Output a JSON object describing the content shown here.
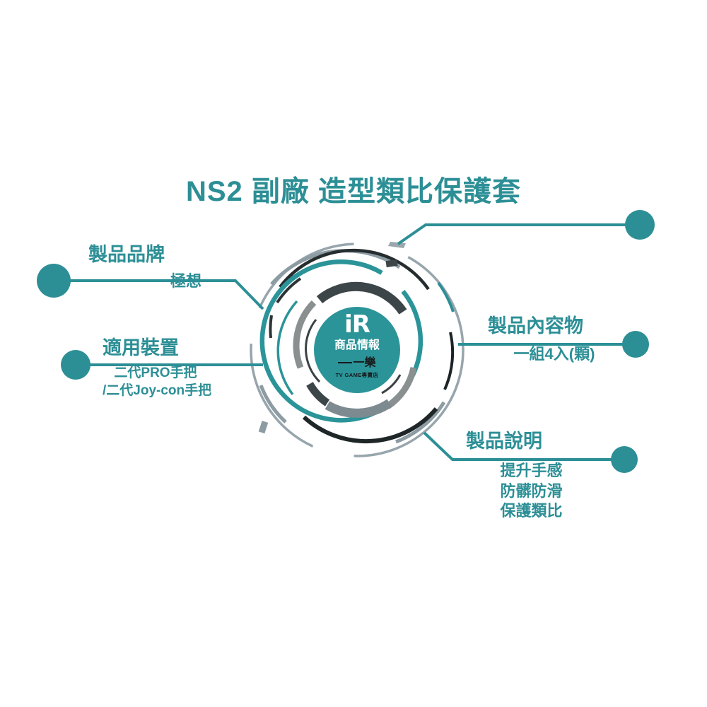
{
  "theme": {
    "teal": "#2d8f96",
    "teal_bright": "#2b9499",
    "gray_blue": "#8d9ba3",
    "charcoal": "#2b3335",
    "dark": "#1d2426",
    "background": "#ffffff"
  },
  "title": "NS2 副廠 造型類比保護套",
  "center": {
    "logo_mark": "iR",
    "logo_subtitle": "商品情報",
    "brand_mark": "一樂",
    "shop_name": "TV GAME專賣店"
  },
  "callouts": [
    {
      "id": "product-brand",
      "heading": "製品品牌",
      "values": [
        "極想"
      ],
      "side": "left"
    },
    {
      "id": "applicable-device",
      "heading": "適用裝置",
      "values": [
        "二代PRO手把",
        "/二代Joy-con手把"
      ],
      "side": "left"
    },
    {
      "id": "package-contents",
      "heading": "製品內容物",
      "values": [
        "一組4入(顆)"
      ],
      "side": "right"
    },
    {
      "id": "product-description",
      "heading": "製品說明",
      "values": [
        "提升手感",
        "防髒防滑",
        "保護類比"
      ],
      "side": "right"
    }
  ]
}
